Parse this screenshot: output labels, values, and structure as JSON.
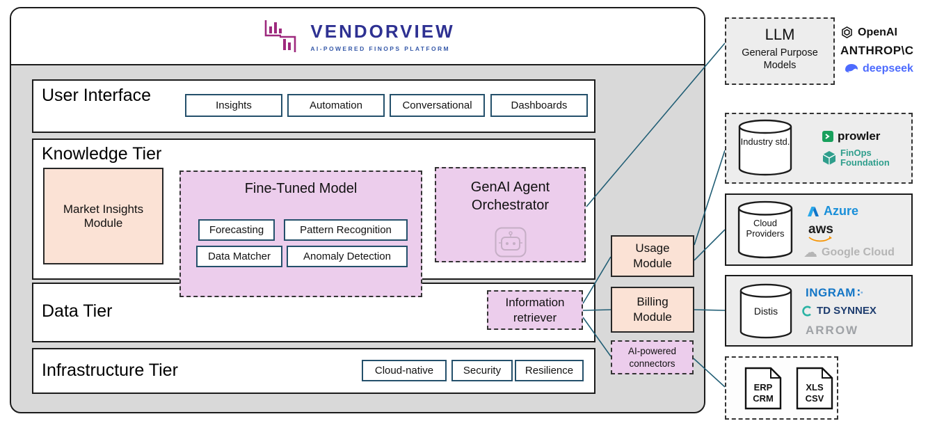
{
  "logo": {
    "title": "VENDORVIEW",
    "subtitle": "AI-POWERED FINOPS PLATFORM"
  },
  "colors": {
    "container_bg": "#d9d9d9",
    "peach": "#fbe2d5",
    "pink": "#eccdec",
    "gray_box": "#ededed",
    "line": "#215e75",
    "brand_indigo": "#2e3192",
    "brand_magenta": "#9e2a7e",
    "deepseek_blue": "#4d6bfe",
    "azure_blue": "#198fd9",
    "aws_orange": "#f79400",
    "prowler_green": "#18a05c",
    "finops_teal": "#2f9e8c",
    "ingram_blue": "#1476c6",
    "tdsynnex_navy": "#1d3c6e",
    "arrow_gray": "#9fa2a6",
    "google_gray": "#b5b5b5"
  },
  "icons": {
    "google_cloud_glyph": "☁"
  },
  "tiers": {
    "user_interface": {
      "label": "User Interface",
      "items": [
        "Insights",
        "Automation",
        "Conversational",
        "Dashboards"
      ]
    },
    "knowledge": {
      "label": "Knowledge Tier",
      "market_insights_label": "Market Insights Module",
      "fine_tuned": {
        "title": "Fine-Tuned Model",
        "items": [
          "Forecasting",
          "Pattern Recognition",
          "Data Matcher",
          "Anomaly Detection"
        ]
      },
      "genai_label": "GenAI Agent Orchestrator"
    },
    "data": {
      "label": "Data Tier",
      "information_retriever_label": "Information retriever"
    },
    "infrastructure": {
      "label": "Infrastructure Tier",
      "items": [
        "Cloud-native",
        "Security",
        "Resilience"
      ]
    }
  },
  "modules": {
    "usage_label": "Usage Module",
    "billing_label": "Billing Module",
    "connectors_label": "AI-powered connectors"
  },
  "external": {
    "llm": {
      "title": "LLM",
      "subtitle": "General Purpose Models"
    },
    "llm_providers": [
      {
        "label": "OpenAI"
      },
      {
        "label": "ANTHROP\\C"
      },
      {
        "label": "deepseek"
      }
    ],
    "industry": {
      "db_label": "Industry std.",
      "logos": [
        {
          "label": "prowler"
        },
        {
          "label": "FinOps Foundation"
        }
      ]
    },
    "cloud": {
      "db_label": "Cloud Providers",
      "logos": [
        {
          "label": "Azure"
        },
        {
          "label": "aws"
        },
        {
          "label": "Google Cloud"
        }
      ]
    },
    "distis": {
      "db_label": "Distis",
      "logos": [
        {
          "label": "INGRAM"
        },
        {
          "label": "TD SYNNEX"
        },
        {
          "label": "ARROW"
        }
      ]
    },
    "files": {
      "docs": [
        "ERP CRM",
        "XLS CSV"
      ]
    }
  }
}
